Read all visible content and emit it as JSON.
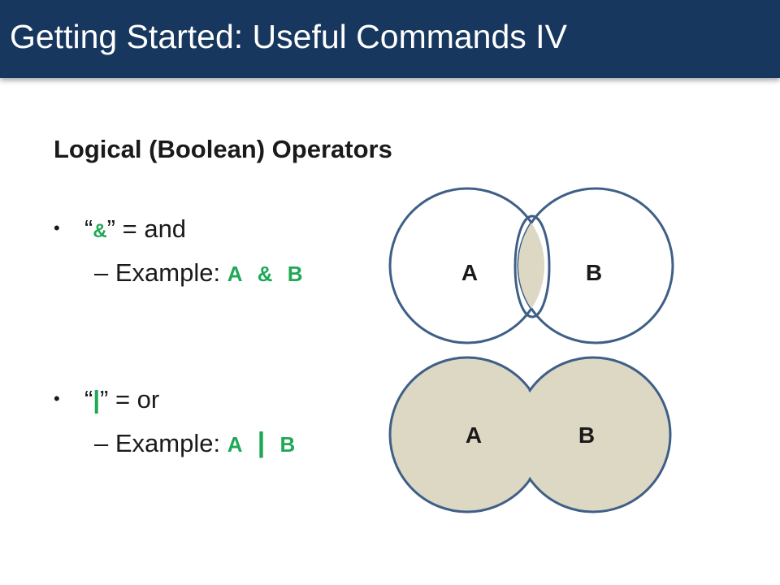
{
  "slide": {
    "title": "Getting Started: Useful Commands IV",
    "heading": "Logical (Boolean) Operators",
    "bullets": [
      {
        "open_quote": "“",
        "symbol": "&",
        "close_quote": "”",
        "rest": " = and",
        "example_label": "Example: ",
        "example_a": "A",
        "example_op": "&",
        "example_b": "B"
      },
      {
        "open_quote": "“",
        "symbol": "|",
        "close_quote": "”",
        "rest": " = or",
        "example_label": "Example: ",
        "example_a": "A",
        "example_op": "|",
        "example_b": "B"
      }
    ],
    "bullet_glyph": "•",
    "sub_glyph": "–",
    "venn": {
      "and": {
        "label_a": "A",
        "label_b": "B"
      },
      "or": {
        "label_a": "A",
        "label_b": "B"
      }
    }
  },
  "colors": {
    "title_bar": "#17375e",
    "accent_green": "#1fa855",
    "circle_stroke": "#3f5f87",
    "fill_tan": "#ddd8c4"
  }
}
